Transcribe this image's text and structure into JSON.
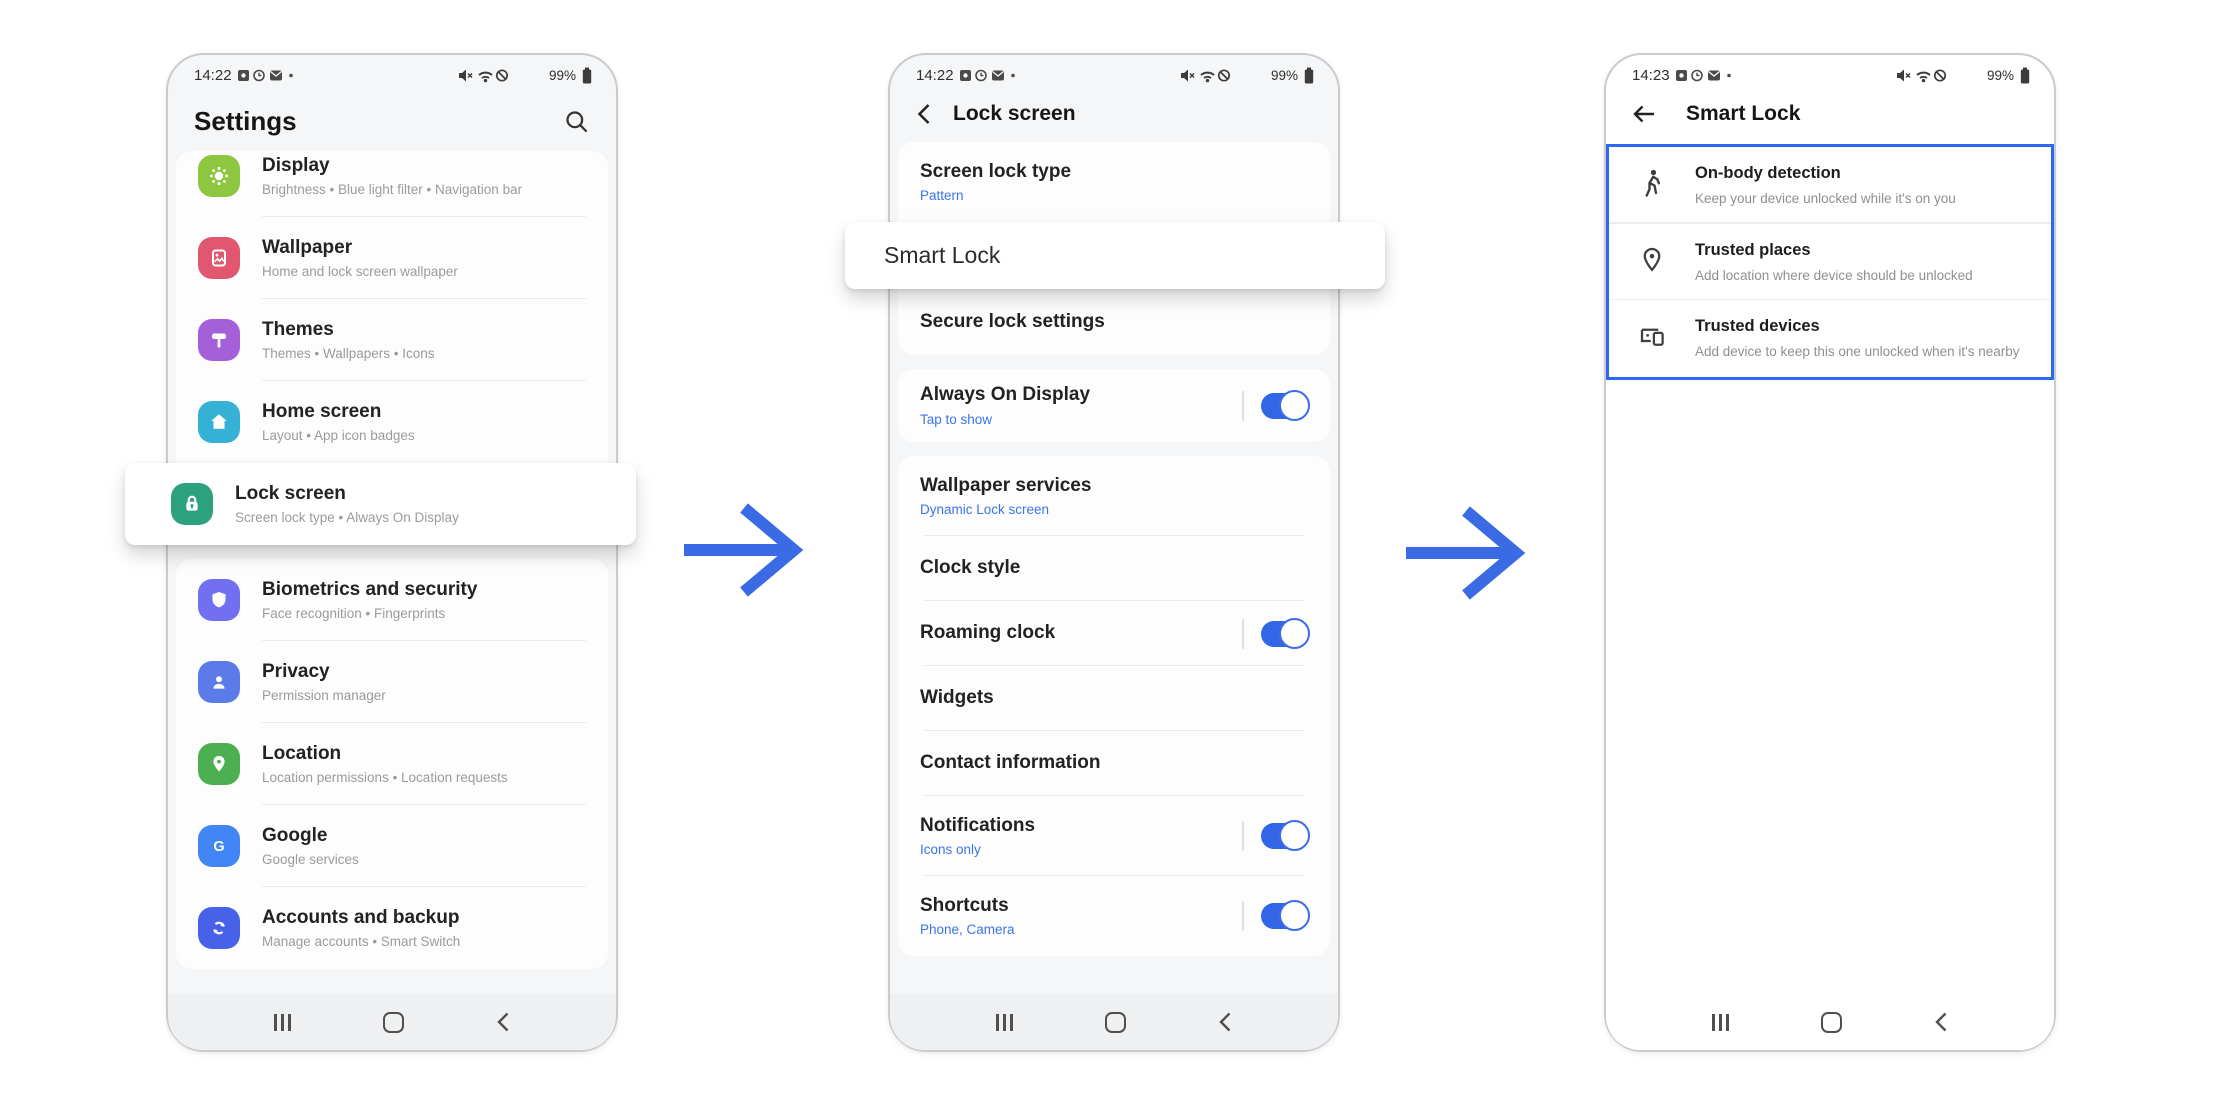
{
  "colors": {
    "arrow": "#3b6be4",
    "accent_link": "#3b74e8",
    "toggle_on": "#3366e6",
    "highlight_border": "#2d67f2"
  },
  "icons": [
    "search-icon",
    "back-chevron-icon",
    "back-arrow-icon",
    "arrow-right-icon",
    "recents-icon",
    "home-icon",
    "nav-back-icon",
    "mute-icon",
    "wifi-icon",
    "dnd-icon",
    "battery-icon",
    "display-icon",
    "wallpaper-icon",
    "themes-icon",
    "home-screen-icon",
    "lock-icon",
    "shield-icon",
    "privacy-person-icon",
    "location-pin-icon",
    "google-g-icon",
    "sync-icon",
    "walking-person-icon",
    "trusted-place-pin-icon",
    "devices-icon"
  ],
  "p1": {
    "status": {
      "time": "14:22",
      "battery": "99%"
    },
    "title": "Settings",
    "items1": [
      {
        "title": "Display",
        "subtitle": "Brightness  •  Blue light filter  •  Navigation bar",
        "color": "#8dc63f"
      },
      {
        "title": "Wallpaper",
        "subtitle": "Home and lock screen wallpaper",
        "color": "#e0576f"
      },
      {
        "title": "Themes",
        "subtitle": "Themes  •  Wallpapers  •  Icons",
        "color": "#a55fd9"
      },
      {
        "title": "Home screen",
        "subtitle": "Layout  •  App icon badges",
        "color": "#35b1d5"
      },
      {
        "title": "Lock screen",
        "subtitle": "Screen lock type  •  Always On Display",
        "color": "#2ba17d",
        "highlighted": true
      }
    ],
    "items2": [
      {
        "title": "Biometrics and security",
        "subtitle": "Face recognition  •  Fingerprints",
        "color": "#7070f0"
      },
      {
        "title": "Privacy",
        "subtitle": "Permission manager",
        "color": "#5b7be8"
      },
      {
        "title": "Location",
        "subtitle": "Location permissions  •  Location requests",
        "color": "#4cb052"
      },
      {
        "title": "Google",
        "subtitle": "Google services",
        "color": "#4285f4"
      },
      {
        "title": "Accounts and backup",
        "subtitle": "Manage accounts  •  Smart Switch",
        "color": "#4762e8"
      }
    ]
  },
  "p2": {
    "status": {
      "time": "14:22",
      "battery": "99%"
    },
    "header": "Lock screen",
    "screen_lock": {
      "title": "Screen lock type",
      "value": "Pattern"
    },
    "smart_lock": "Smart Lock",
    "secure": "Secure lock settings",
    "aod": {
      "title": "Always On Display",
      "value": "Tap to show",
      "state": "on"
    },
    "wallpaper_services": {
      "title": "Wallpaper services",
      "value": "Dynamic Lock screen"
    },
    "clock_style": "Clock style",
    "roaming": {
      "title": "Roaming clock",
      "state": "on"
    },
    "widgets": "Widgets",
    "contact": "Contact information",
    "notifications": {
      "title": "Notifications",
      "value": "Icons only",
      "state": "on"
    },
    "shortcuts": {
      "title": "Shortcuts",
      "value": "Phone, Camera",
      "state": "on"
    }
  },
  "p3": {
    "status": {
      "time": "14:23",
      "battery": "99%"
    },
    "header": "Smart Lock",
    "items": [
      {
        "title": "On-body detection",
        "subtitle": "Keep your device unlocked while it's on you",
        "icon": "walking-person-icon"
      },
      {
        "title": "Trusted places",
        "subtitle": "Add location where device should be unlocked",
        "icon": "trusted-place-pin-icon"
      },
      {
        "title": "Trusted devices",
        "subtitle": "Add device to keep this one unlocked when it's nearby",
        "icon": "devices-icon"
      }
    ]
  }
}
